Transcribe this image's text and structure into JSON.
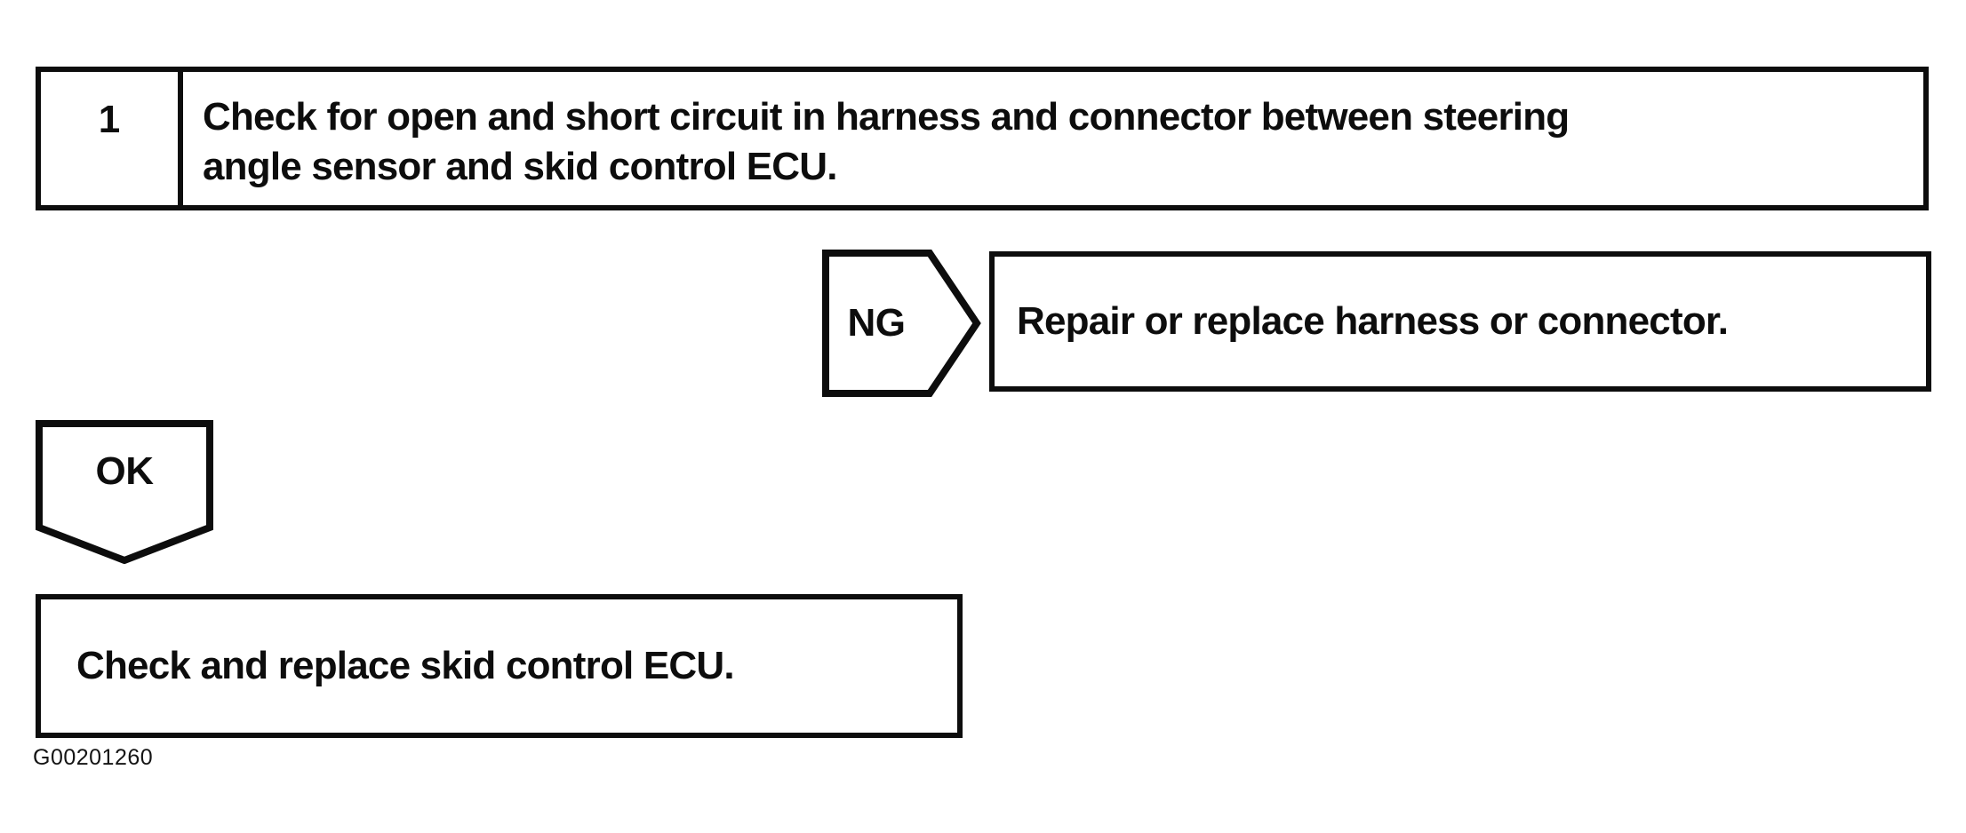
{
  "colors": {
    "ink": "#0d0d0d",
    "paper": "#ffffff"
  },
  "flowchart": {
    "step_box": {
      "number": "1",
      "instruction_lines": [
        "Check for open and short circuit in harness and connector between steering",
        "angle sensor and skid control ECU."
      ]
    },
    "ng_branch": {
      "label": "NG",
      "action": "Repair or replace harness or connector."
    },
    "ok_branch": {
      "label": "OK",
      "action": "Check and replace skid control ECU."
    },
    "figure_id": "G00201260"
  }
}
